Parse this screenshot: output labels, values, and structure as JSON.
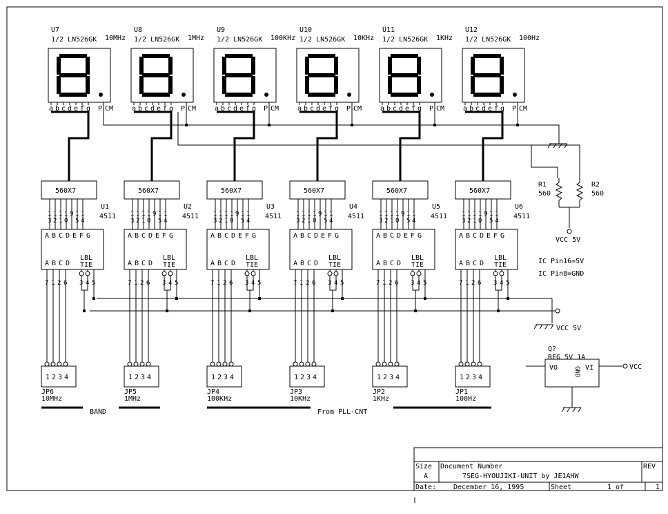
{
  "title_block": {
    "size_label": "Size",
    "size_value": "A",
    "doc_label": "Document Number",
    "doc_value": "7SEG-HYOUJIKI-UNIT by JE1AHW",
    "rev_label": "REV",
    "date_label": "Date:",
    "date_value": "December 16, 1995",
    "sheet_label": "Sheet",
    "sheet_value": "1",
    "of_label": "of",
    "of_value": "1"
  },
  "displays": [
    {
      "ref": "U7",
      "part": "1/2 LN526GK",
      "freq": "10MHz"
    },
    {
      "ref": "U8",
      "part": "1/2 LN526GK",
      "freq": "1MHz"
    },
    {
      "ref": "U9",
      "part": "1/2 LN526GK",
      "freq": "100KHz"
    },
    {
      "ref": "U10",
      "part": "1/2 LN526GK",
      "freq": "10KHz"
    },
    {
      "ref": "U11",
      "part": "1/2 LN526GK",
      "freq": "1KHz"
    },
    {
      "ref": "U12",
      "part": "1/2 LN526GK",
      "freq": "100Hz"
    }
  ],
  "display_pins": "abcdefg",
  "display_dp": "P",
  "display_cm": "CM",
  "resistor_arrays": [
    "560X7",
    "560X7",
    "560X7",
    "560X7",
    "560X7",
    "560X7"
  ],
  "decoders": [
    {
      "ref": "U1",
      "part": "4511"
    },
    {
      "ref": "U2",
      "part": "4511"
    },
    {
      "ref": "U3",
      "part": "4511"
    },
    {
      "ref": "U4",
      "part": "4511"
    },
    {
      "ref": "U5",
      "part": "4511"
    },
    {
      "ref": "U6",
      "part": "4511"
    }
  ],
  "decoder_pin_numbers": [
    "13",
    "12",
    "11",
    "10",
    "9",
    "15",
    "14"
  ],
  "decoder_outputs": "ABCDEFG",
  "decoder_inputs": "ABCD",
  "decoder_ctrl_top": "LBL",
  "decoder_ctrl_bottom": "TIE",
  "decoder_in_pins": "7126",
  "decoder_ctrl_pins": "345",
  "jumpers": [
    {
      "ref": "JP6",
      "freq": "10MHz"
    },
    {
      "ref": "JP5",
      "freq": "1MHz"
    },
    {
      "ref": "JP4",
      "freq": "100KHz"
    },
    {
      "ref": "JP3",
      "freq": "10KHz"
    },
    {
      "ref": "JP2",
      "freq": "1KHz"
    },
    {
      "ref": "JP1",
      "freq": "100Hz"
    }
  ],
  "jumper_pins": "1234",
  "resistors": [
    {
      "ref": "R1",
      "value": "560"
    },
    {
      "ref": "R2",
      "value": "560"
    }
  ],
  "vcc_label_1": "VCC 5V",
  "vcc_label_2": "VCC 5V",
  "ic_note_1": "IC Pin16=5V",
  "ic_note_2": "IC Pin8=GND",
  "regulator": {
    "ref": "Q?",
    "part": "REG 5V 1A",
    "vo": "VO",
    "vi": "VI",
    "gnd": "GND",
    "out_label": "VCC"
  },
  "bus_label_band": "BAND",
  "bus_label_pll": "From PLL-CNT"
}
